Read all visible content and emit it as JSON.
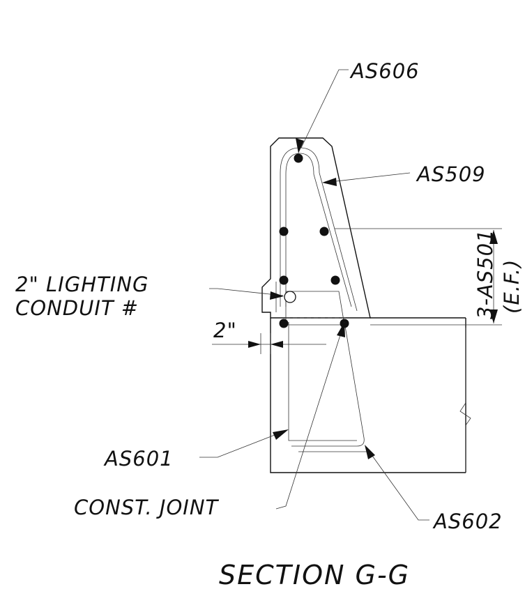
{
  "title": "SECTION G-G",
  "labels": {
    "as606": "AS606",
    "as509": "AS509",
    "as501": "3-AS501",
    "ef": "(E.F.)",
    "conduit_line1": "2\" LIGHTING",
    "conduit_line2": "CONDUIT #",
    "dim_2in": "2\"",
    "as601": "AS601",
    "const_joint": "CONST. JOINT",
    "as602": "AS602"
  }
}
